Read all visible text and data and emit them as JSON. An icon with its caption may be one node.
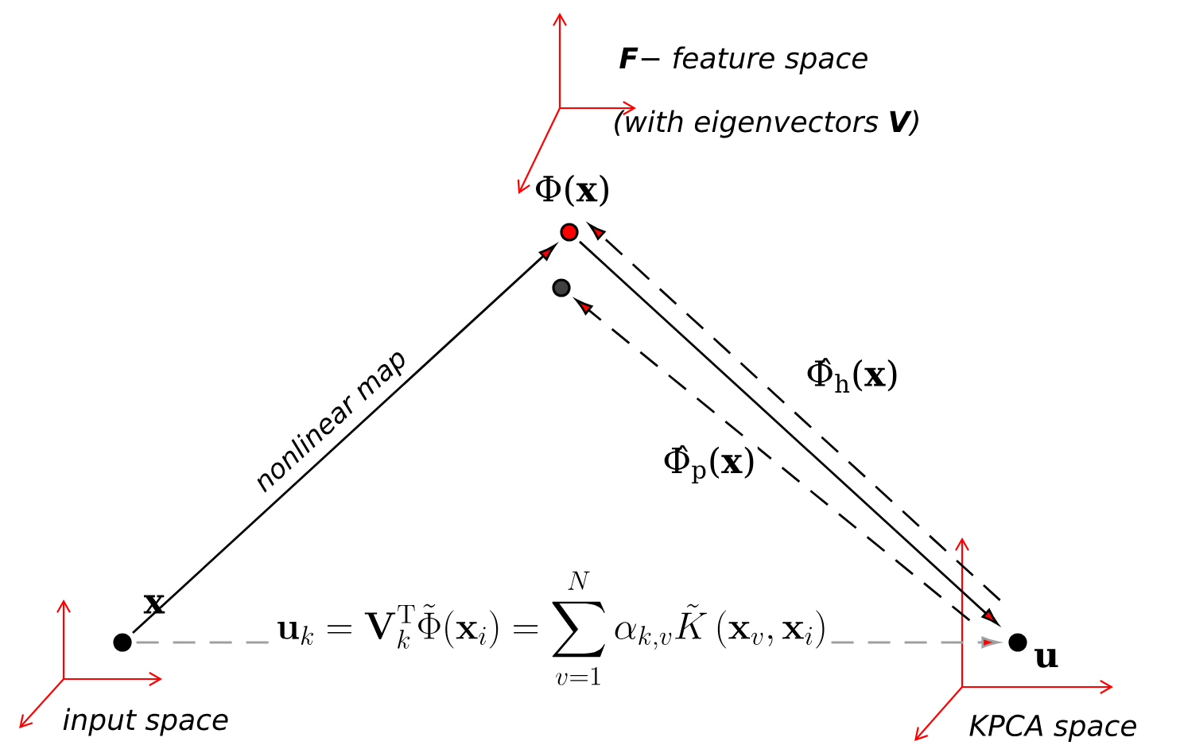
{
  "diagram": {
    "nodes": [
      {
        "text": [],
        "shape": "circle",
        "beside": [
          "**x**"
        ]
      },
      {
        "text": [],
        "shape": "circle",
        "beside": [
          "Φ(**x**)"
        ]
      },
      {
        "text": [],
        "shape": "circle"
      },
      {
        "text": [],
        "shape": "circle",
        "beside": [
          "**u**"
        ]
      }
    ],
    "edges": [
      {
        "from": 0,
        "to": 1,
        "arrow": "to",
        "label": "nonlinear map"
      },
      {
        "from": 1,
        "to": 3,
        "arrow": "to"
      },
      {
        "from": 3,
        "to": 1,
        "arrow": "to",
        "style": "dashed",
        "label": "Φ̂$_{h}$(**x**)"
      },
      {
        "from": 3,
        "to": 2,
        "arrow": "to",
        "style": "dashed",
        "label": "Φ̂$_{p}$(**x**)"
      },
      {
        "from": 0,
        "to": 3,
        "arrow": "to",
        "style": "dashed",
        "color": "#a0a0a0",
        "label": "\\mathbf{u}_k = \\mathbf{V}_k^{\\mathrm{T}}\\tilde{\\Phi}(\\mathbf{x}_i) = \\sum_{v=1}^{N} \\alpha_{k,v}\\tilde{K}\\left(\\mathbf{x}_v,\\mathbf{x}_i\\right)"
      }
    ],
    "labels": [
      "**F**− feature space",
      "(with eigenvectors **V**)",
      "input space",
      "KPCA space"
    ]
  }
}
